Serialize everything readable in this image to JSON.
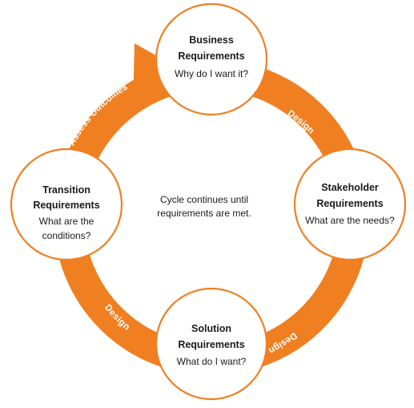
{
  "colors": {
    "accent": "#f07f22",
    "node_fill": "#ffffff",
    "text": "#1a1a1a"
  },
  "nodes": {
    "business": {
      "title_line1": "Business",
      "title_line2": "Requirements",
      "question": "Why do I want it?"
    },
    "stakeholder": {
      "title_line1": "Stakeholder",
      "title_line2": "Requirements",
      "question": "What are the needs?"
    },
    "solution": {
      "title_line1": "Solution",
      "title_line2": "Requirements",
      "question": "What do I want?"
    },
    "transition": {
      "title_line1": "Transition",
      "title_line2": "Requirements",
      "question_line1": "What are the",
      "question_line2": "conditions?"
    }
  },
  "arcs": {
    "business_to_stakeholder": "Design",
    "stakeholder_to_solution": "Design",
    "solution_to_transition": "Design",
    "transition_to_business": "Assess Outcomes"
  },
  "center": {
    "line1": "Cycle continues until",
    "line2": "requirements are met."
  }
}
